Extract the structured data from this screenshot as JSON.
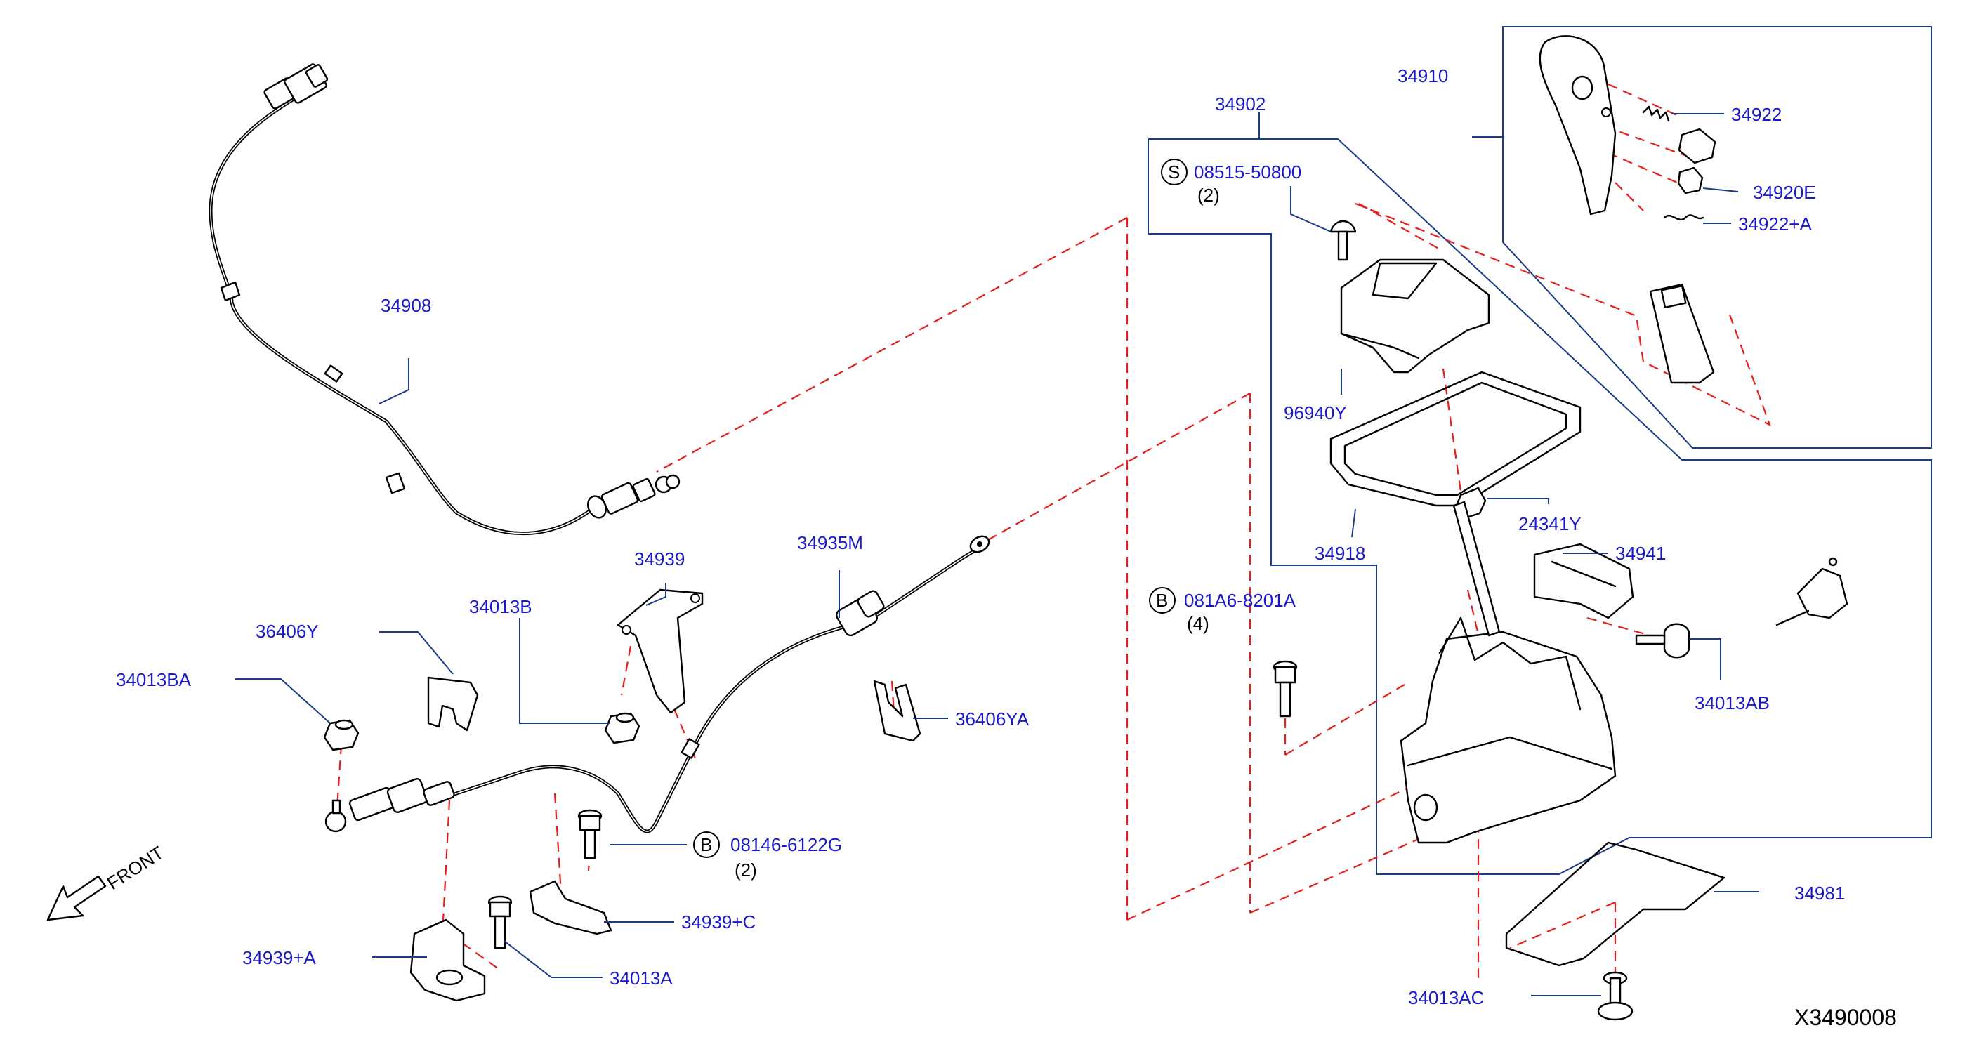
{
  "parts": [
    {
      "id": "p34908",
      "text": "34908"
    },
    {
      "id": "p34939",
      "text": "34939"
    },
    {
      "id": "p34935M",
      "text": "34935M"
    },
    {
      "id": "p34013B",
      "text": "34013B"
    },
    {
      "id": "p36406Y",
      "text": "36406Y"
    },
    {
      "id": "p34013BA",
      "text": "34013BA"
    },
    {
      "id": "p36406YA",
      "text": "36406YA"
    },
    {
      "id": "p08146",
      "text": "08146-6122G"
    },
    {
      "id": "p34939C",
      "text": "34939+C"
    },
    {
      "id": "p34939A",
      "text": "34939+A"
    },
    {
      "id": "p34013A",
      "text": "34013A"
    },
    {
      "id": "p34902",
      "text": "34902"
    },
    {
      "id": "p08515",
      "text": "08515-50800"
    },
    {
      "id": "p96940Y",
      "text": "96940Y"
    },
    {
      "id": "p34918",
      "text": "34918"
    },
    {
      "id": "p081A6",
      "text": "081A6-8201A"
    },
    {
      "id": "p34910",
      "text": "34910"
    },
    {
      "id": "p34922",
      "text": "34922"
    },
    {
      "id": "p34920E",
      "text": "34920E"
    },
    {
      "id": "p34922A",
      "text": "34922+A"
    },
    {
      "id": "p24341Y",
      "text": "24341Y"
    },
    {
      "id": "p34941",
      "text": "34941"
    },
    {
      "id": "p34013AB",
      "text": "34013AB"
    },
    {
      "id": "p34981",
      "text": "34981"
    },
    {
      "id": "p34013AC",
      "text": "34013AC"
    }
  ],
  "quantities": {
    "q08146": "(2)",
    "q08515": "(2)",
    "q081A6": "(4)"
  },
  "markers": {
    "b1": "B",
    "s1": "S",
    "b2": "B"
  },
  "direction_label": "FRONT",
  "catalog_number": "X3490008",
  "colors": {
    "label": "#1a1acc",
    "leader": "#1a3a8a",
    "dashed_alignment": "#e51e1e",
    "part_line": "#000000"
  }
}
